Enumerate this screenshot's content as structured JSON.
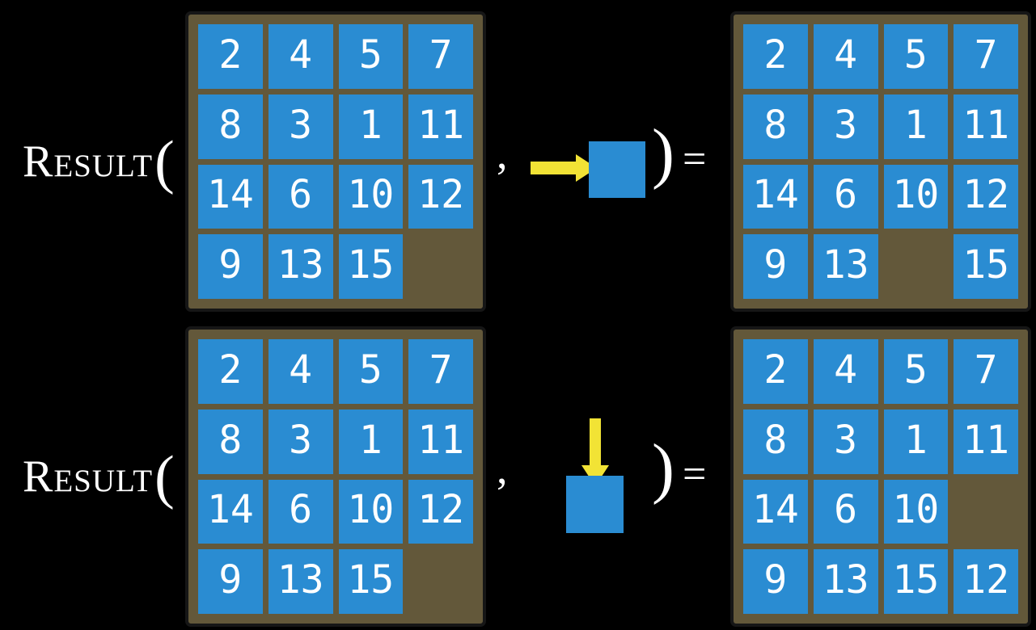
{
  "figure": {
    "function_name": "Result",
    "open_paren": "(",
    "close_paren": ")",
    "equals_sign": "=",
    "comma": ","
  },
  "colors": {
    "background": "#000000",
    "tile_blue": "#2a8cd2",
    "board_brown": "#63583a",
    "board_border": "#161616",
    "arrow_yellow": "#f2e335",
    "text_white": "#ffffff"
  },
  "examples": [
    {
      "id": "slide-right",
      "move": {
        "direction": "right",
        "icon": "right-arrow-into-blue-tile"
      },
      "input_board": [
        [
          "2",
          "4",
          "5",
          "7"
        ],
        [
          "8",
          "3",
          "1",
          "11"
        ],
        [
          "14",
          "6",
          "10",
          "12"
        ],
        [
          "9",
          "13",
          "15",
          null
        ]
      ],
      "output_board": [
        [
          "2",
          "4",
          "5",
          "7"
        ],
        [
          "8",
          "3",
          "1",
          "11"
        ],
        [
          "14",
          "6",
          "10",
          "12"
        ],
        [
          "9",
          "13",
          null,
          "15"
        ]
      ]
    },
    {
      "id": "slide-down",
      "move": {
        "direction": "down",
        "icon": "down-arrow-into-blue-tile"
      },
      "input_board": [
        [
          "2",
          "4",
          "5",
          "7"
        ],
        [
          "8",
          "3",
          "1",
          "11"
        ],
        [
          "14",
          "6",
          "10",
          "12"
        ],
        [
          "9",
          "13",
          "15",
          null
        ]
      ],
      "output_board": [
        [
          "2",
          "4",
          "5",
          "7"
        ],
        [
          "8",
          "3",
          "1",
          "11"
        ],
        [
          "14",
          "6",
          "10",
          null
        ],
        [
          "9",
          "13",
          "15",
          "12"
        ]
      ]
    }
  ]
}
